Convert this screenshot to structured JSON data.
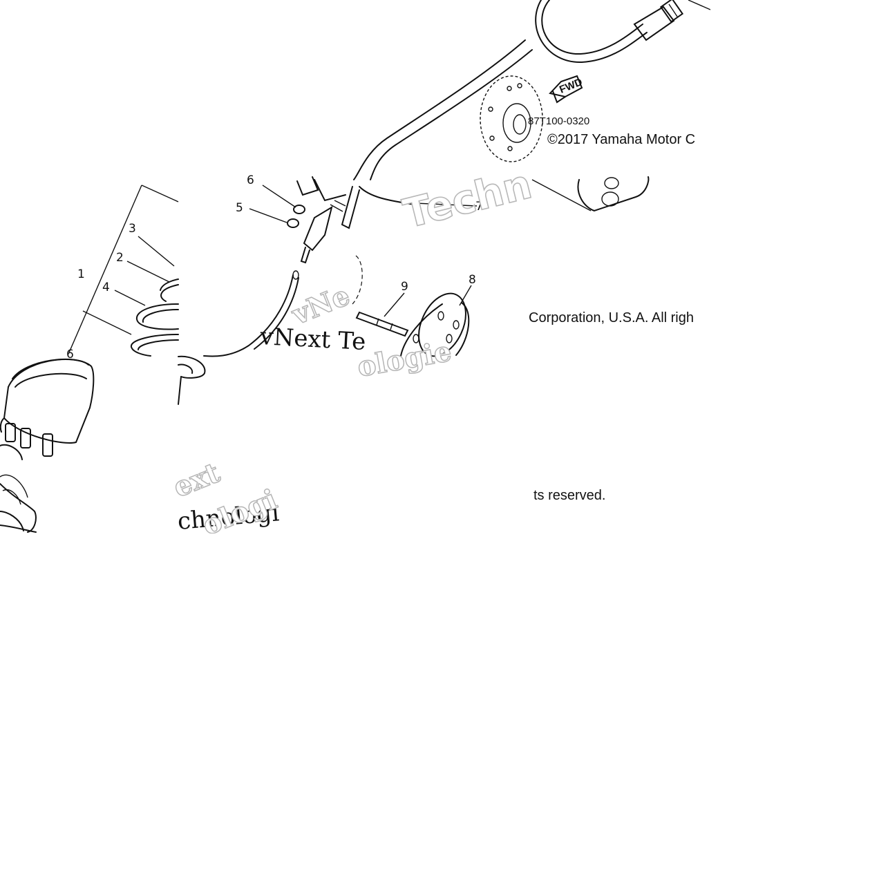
{
  "diagram": {
    "part_code": "87T100-0320",
    "copyright_line_1": "©2017 Yamaha Motor C",
    "copyright_line_2": "Corporation, U.S.A. All righ",
    "copyright_line_3": "ts reserved.",
    "forward_arrow_label": "FWD",
    "callouts": [
      "1",
      "2",
      "3",
      "4",
      "5",
      "6",
      "6",
      "7",
      "8",
      "9"
    ],
    "watermark_fragments": [
      "Techn",
      "vNe",
      "vNext Te",
      "ologie",
      "ext",
      "chnologi",
      "ologi"
    ]
  }
}
